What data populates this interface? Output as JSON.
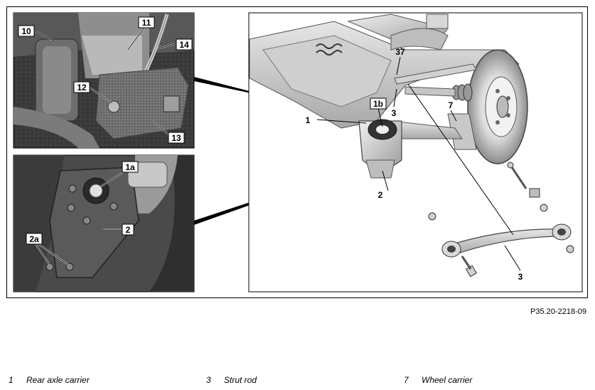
{
  "figure": {
    "reference_code": "P35.20-2218-09",
    "callouts": {
      "c10": "10",
      "c11": "11",
      "c14": "14",
      "c12": "12",
      "c13": "13",
      "c1a": "1a",
      "c2": "2",
      "c2a": "2a",
      "c37": "37",
      "c1b": "1b",
      "c3": "3",
      "c7": "7",
      "c1": "1",
      "c2main": "2",
      "c3rod": "3"
    }
  },
  "legend": [
    {
      "number": "1",
      "label": "Rear axle carrier"
    },
    {
      "number": "3",
      "label": "Strut rod"
    },
    {
      "number": "7",
      "label": "Wheel carrier"
    }
  ]
}
